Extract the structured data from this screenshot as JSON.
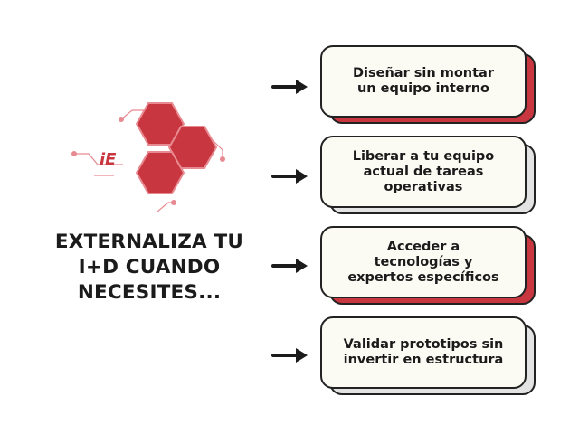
{
  "logo": {
    "text": "iE",
    "colors": {
      "accent": "#c8363f",
      "light": "#e88a91"
    }
  },
  "headline": {
    "lines": [
      "EXTERNALIZA TU",
      "I+D CUANDO",
      "NECESITES..."
    ]
  },
  "items": [
    {
      "lines": [
        "Diseñar sin montar",
        "un equipo interno"
      ],
      "shadow": "red"
    },
    {
      "lines": [
        "Liberar a tu equipo",
        "actual de tareas",
        "operativas"
      ],
      "shadow": "grey"
    },
    {
      "lines": [
        "Acceder a",
        "tecnologías y",
        "expertos específicos"
      ],
      "shadow": "red"
    },
    {
      "lines": [
        "Validar prototipos sin",
        "invertir en estructura"
      ],
      "shadow": "grey"
    }
  ],
  "colors": {
    "text": "#1b1b1b",
    "border": "#222222",
    "card_face": "#fcfbf3",
    "shadow_red": "#c8363f",
    "shadow_grey": "#e3e3e3"
  }
}
